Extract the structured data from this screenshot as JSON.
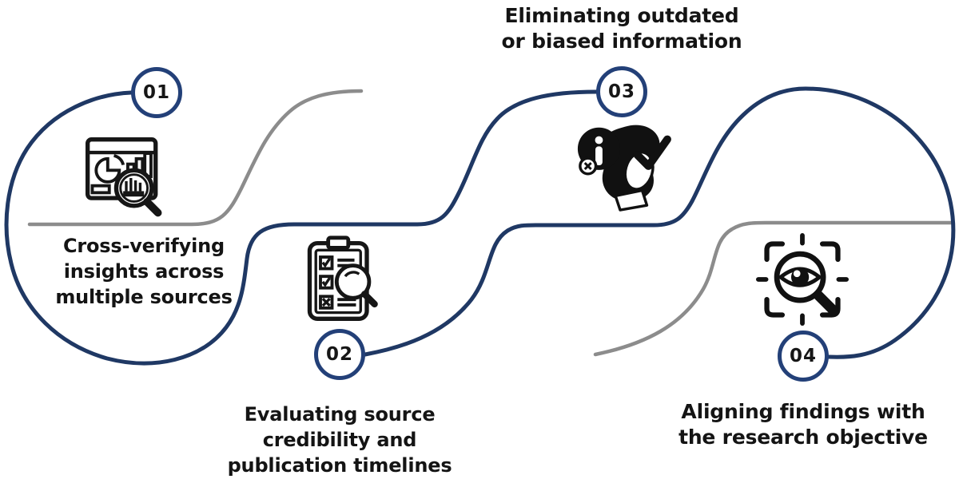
{
  "diagram": {
    "name": "research-process-serpentine-diagram",
    "colors": {
      "navy": "#1f3864",
      "gray": "#8c8c8c",
      "badge_border": "#234078",
      "icon_ink": "#161616",
      "text": "#141414"
    },
    "steps": [
      {
        "number": "01",
        "icon": "dashboard-chart-magnifier",
        "lines": [
          "Cross-verifying",
          "insights across",
          "multiple sources"
        ]
      },
      {
        "number": "02",
        "icon": "checklist-magnifier",
        "lines": [
          "Evaluating source",
          "credibility and",
          "publication timelines"
        ]
      },
      {
        "number": "03",
        "icon": "info-person-checkmark",
        "lines": [
          "Eliminating outdated",
          "or biased information"
        ]
      },
      {
        "number": "04",
        "icon": "eye-magnifier-target",
        "lines": [
          "Aligning findings with",
          "the research objective"
        ]
      }
    ]
  }
}
